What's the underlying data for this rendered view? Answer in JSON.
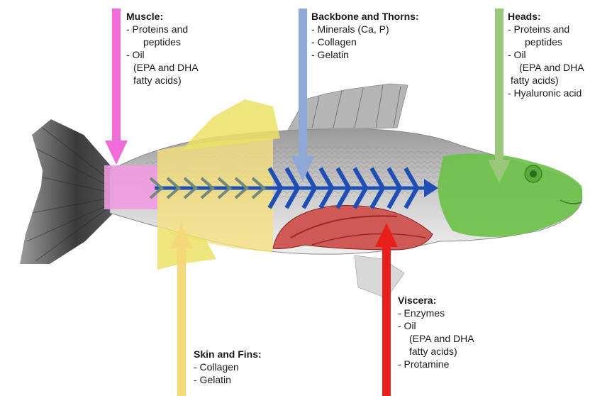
{
  "labels": {
    "muscle": {
      "title": "Muscle:",
      "lines": [
        "- Proteins and",
        "peptides",
        "- Oil",
        "(EPA and DHA",
        "fatty acids)"
      ]
    },
    "backbone": {
      "title": "Backbone and Thorns:",
      "lines": [
        "- Minerals (Ca, P)",
        "- Collagen",
        "- Gelatin"
      ]
    },
    "heads": {
      "title": "Heads:",
      "lines": [
        "- Proteins and",
        "peptides",
        "- Oil",
        "(EPA and DHA",
        "fatty acids)",
        "- Hyaluronic acid"
      ]
    },
    "viscera": {
      "title": "Viscera:",
      "lines": [
        "- Enzymes",
        "- Oil",
        "(EPA and DHA",
        "fatty acids)",
        "- Protamine"
      ]
    },
    "skin": {
      "title": "Skin and Fins:",
      "lines": [
        "- Collagen",
        "- Gelatin"
      ]
    }
  },
  "colors": {
    "muscle": "#f06cd8",
    "backbone": "#8fa8d8",
    "heads": "#9bc77a",
    "viscera": "#e8201c",
    "skin": "#f5d978",
    "spine": "#1f4fb5"
  }
}
